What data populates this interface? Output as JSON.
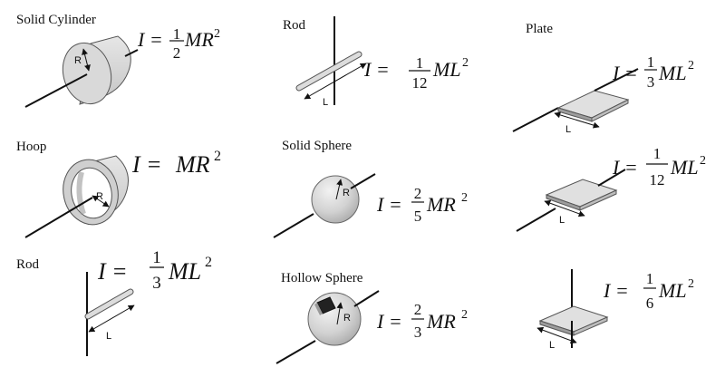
{
  "items": [
    {
      "id": "solid-cylinder",
      "title": "Solid Cylinder",
      "dim": "R",
      "eq": {
        "lhs": "I = ",
        "num": "1",
        "den": "2",
        "rest": "MR",
        "exp": "2"
      }
    },
    {
      "id": "rod-center",
      "title": "Rod",
      "dim": "L",
      "eq": {
        "lhs": "I = ",
        "num": "1",
        "den": "12",
        "rest": "ML",
        "exp": "2"
      }
    },
    {
      "id": "plate-edge",
      "title": "Plate",
      "dim": "L",
      "eq": {
        "lhs": "I = ",
        "num": "1",
        "den": "3",
        "rest": "ML",
        "exp": "2"
      }
    },
    {
      "id": "hoop",
      "title": "Hoop",
      "dim": "R",
      "eq": {
        "lhs": "I = ",
        "num": "",
        "den": "",
        "rest": "MR",
        "exp": "2"
      }
    },
    {
      "id": "solid-sphere",
      "title": "Solid Sphere",
      "dim": "R",
      "eq": {
        "lhs": "I = ",
        "num": "2",
        "den": "5",
        "rest": "MR",
        "exp": "2"
      }
    },
    {
      "id": "plate-center",
      "title": "",
      "dim": "L",
      "eq": {
        "lhs": "I = ",
        "num": "1",
        "den": "12",
        "rest": "ML",
        "exp": "2"
      }
    },
    {
      "id": "rod-end",
      "title": "Rod",
      "dim": "L",
      "eq": {
        "lhs": "I = ",
        "num": "1",
        "den": "3",
        "rest": "ML",
        "exp": "2"
      }
    },
    {
      "id": "hollow-sphere",
      "title": "Hollow Sphere",
      "dim": "R",
      "eq": {
        "lhs": "I = ",
        "num": "2",
        "den": "3",
        "rest": "MR",
        "exp": "2"
      }
    },
    {
      "id": "plate-perp",
      "title": "",
      "dim": "L",
      "eq": {
        "lhs": "I = ",
        "num": "1",
        "den": "6",
        "rest": "ML",
        "exp": "2"
      }
    }
  ]
}
